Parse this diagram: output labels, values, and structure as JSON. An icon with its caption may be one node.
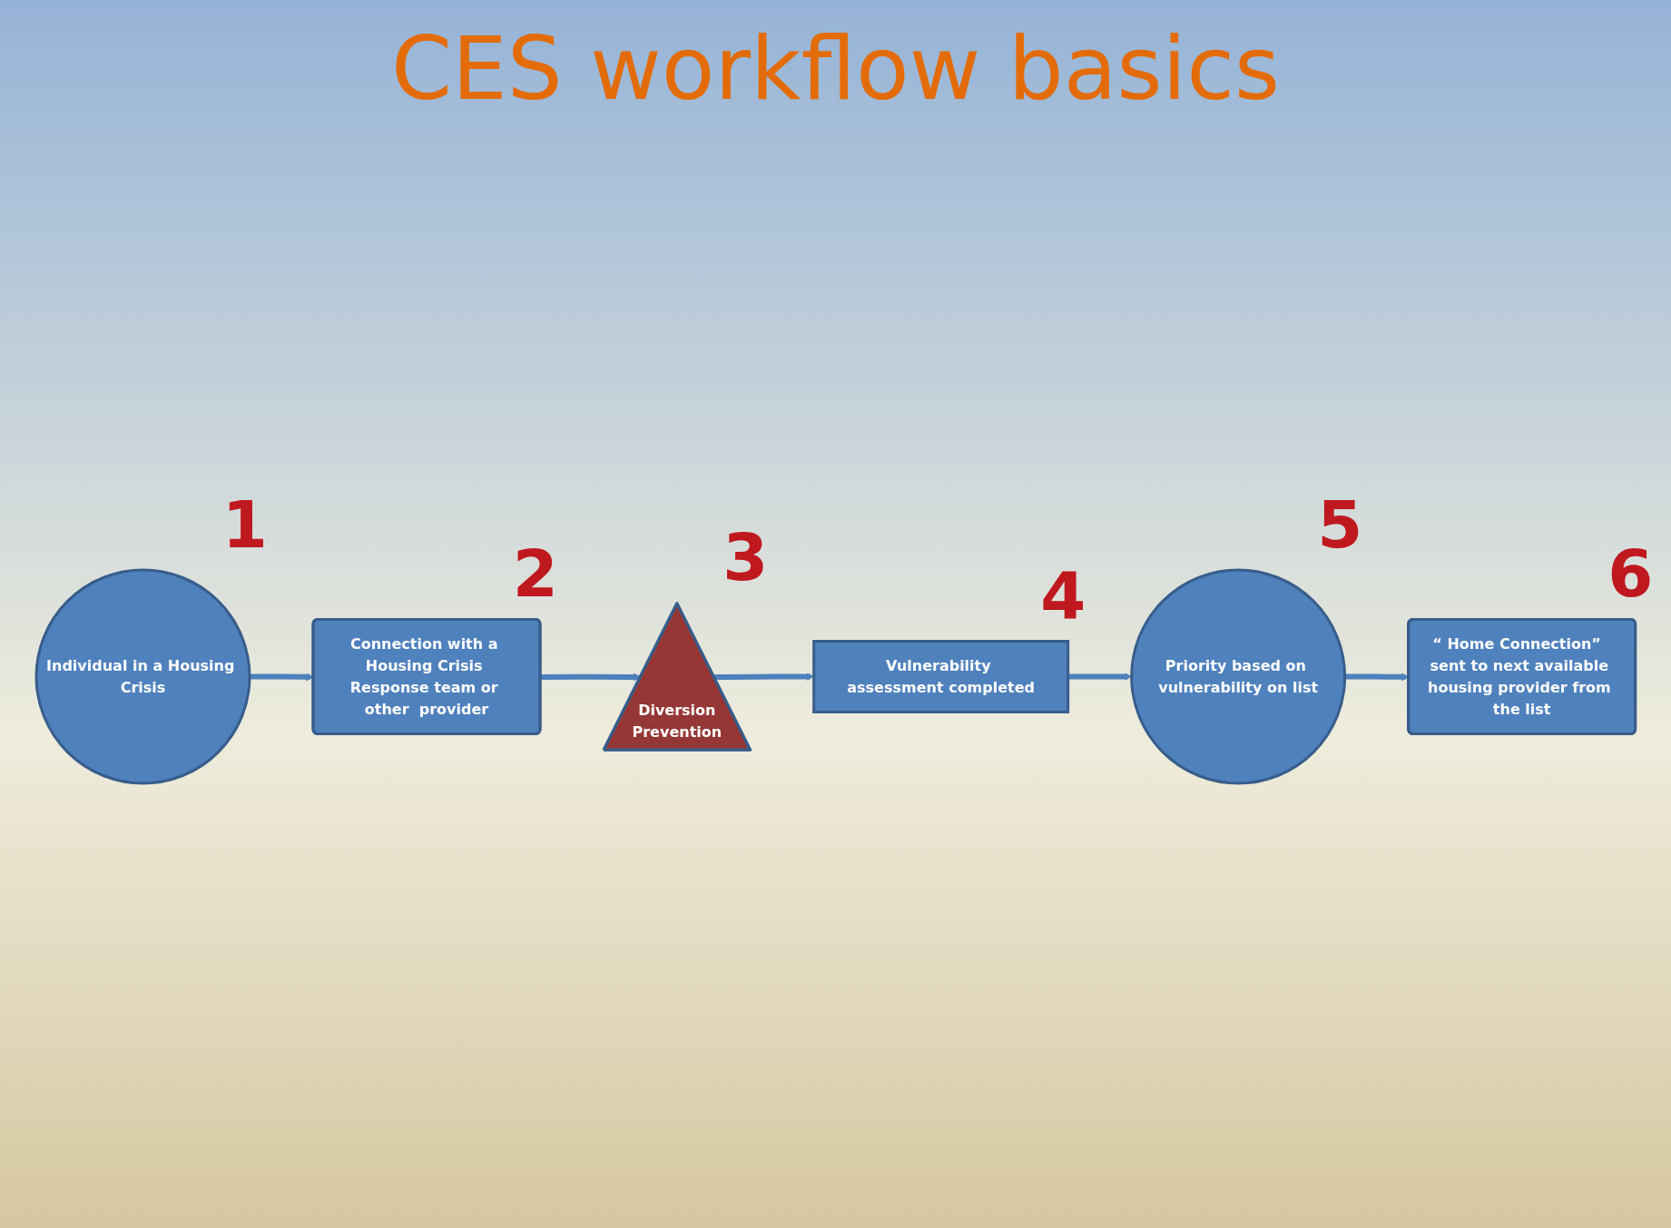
{
  "diagram": {
    "title": "CES workflow basics",
    "nodes": [
      {
        "text": [
          "Individual in a Housing Crisis"
        ],
        "beside": [
          "1"
        ]
      },
      {
        "text": [
          "Connection with a Housing Crisis Response team or other  provider"
        ],
        "beside": [
          "2"
        ]
      },
      {
        "text": [
          "Diversion",
          "Prevention"
        ],
        "beside": [
          "3"
        ]
      },
      {
        "text": [
          "Vulnerability assessment completed"
        ],
        "beside": [
          "4"
        ]
      },
      {
        "text": [
          "Priority based on vulnerability on list"
        ],
        "beside": [
          "5"
        ]
      },
      {
        "text": [
          "“ Home Connection”  sent to next available housing provider from the list"
        ],
        "beside": [
          "6"
        ]
      }
    ],
    "edges": [
      {
        "from": 0,
        "to": 1,
        "arrow": "to"
      },
      {
        "from": 1,
        "to": 2,
        "arrow": "to"
      },
      {
        "from": 2,
        "to": 3,
        "arrow": "to"
      },
      {
        "from": 3,
        "to": 4,
        "arrow": "to"
      },
      {
        "from": 4,
        "to": 5,
        "arrow": "to"
      }
    ]
  }
}
